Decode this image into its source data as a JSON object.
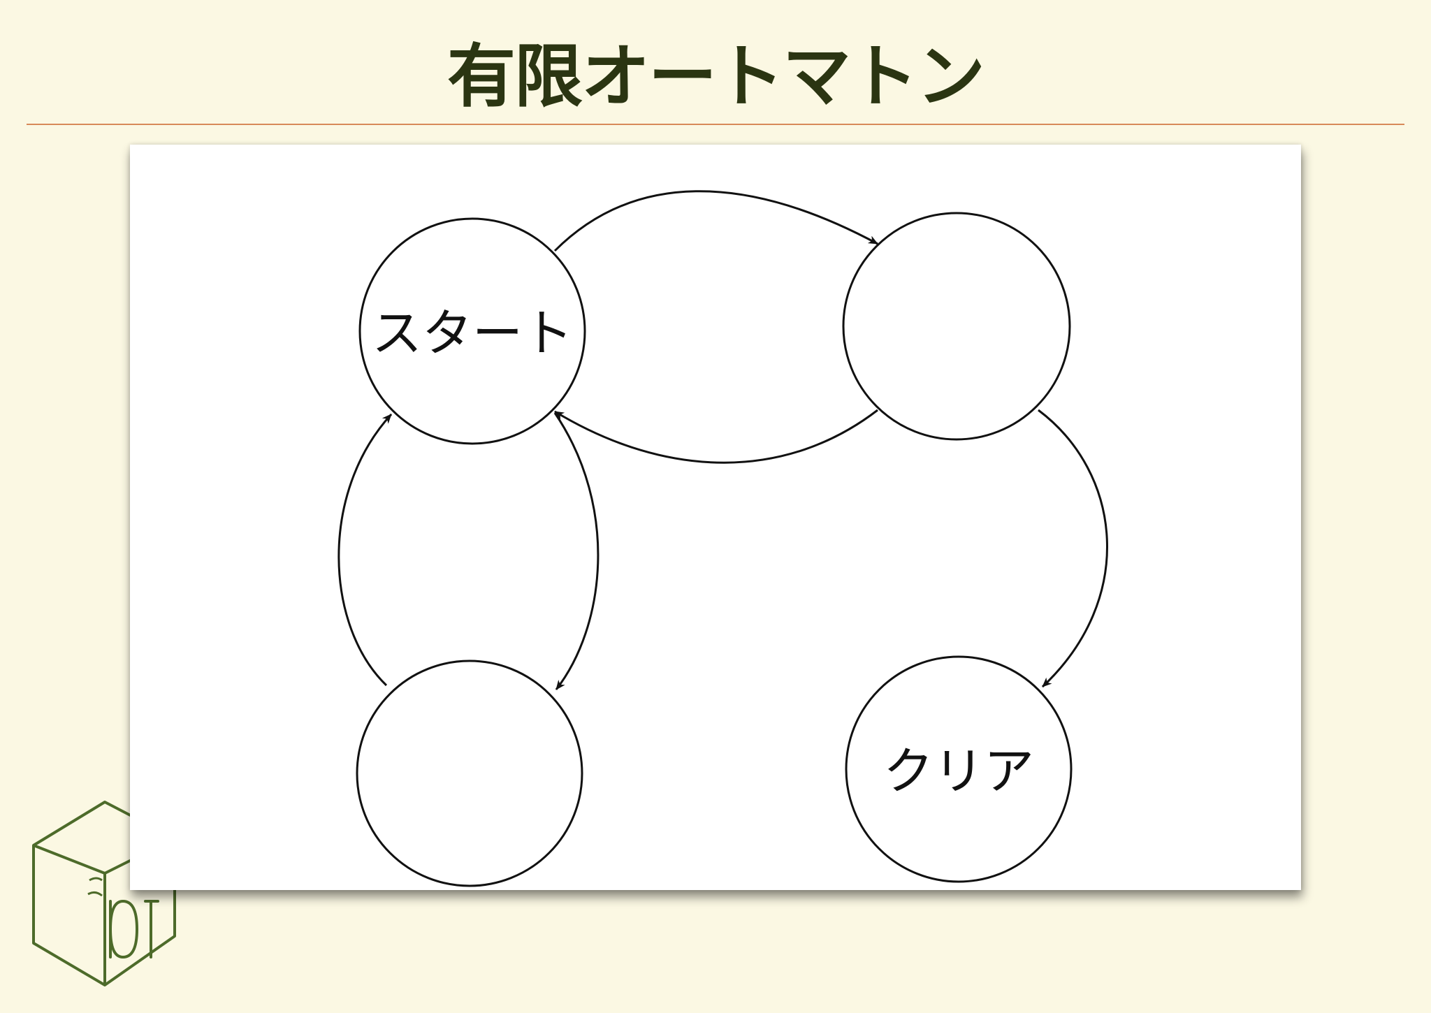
{
  "slide": {
    "title": "有限オートマトン"
  },
  "diagram": {
    "type": "finite-automaton",
    "states": [
      {
        "id": "start",
        "label": "スタート"
      },
      {
        "id": "state-top-right",
        "label": ""
      },
      {
        "id": "state-bottom-left",
        "label": ""
      },
      {
        "id": "clear",
        "label": "クリア"
      }
    ],
    "transitions": [
      {
        "from": "start",
        "to": "state-top-right"
      },
      {
        "from": "state-top-right",
        "to": "start"
      },
      {
        "from": "start",
        "to": "state-bottom-left"
      },
      {
        "from": "state-bottom-left",
        "to": "start"
      },
      {
        "from": "state-top-right",
        "to": "clear"
      }
    ]
  },
  "logo": {
    "icon": "hexagon-book-logo-icon",
    "color": "#4d6b2a"
  },
  "colors": {
    "background": "#fbf8e3",
    "title": "#2b3512",
    "rule": "#d78a59",
    "card": "#ffffff",
    "stroke": "#111111"
  }
}
